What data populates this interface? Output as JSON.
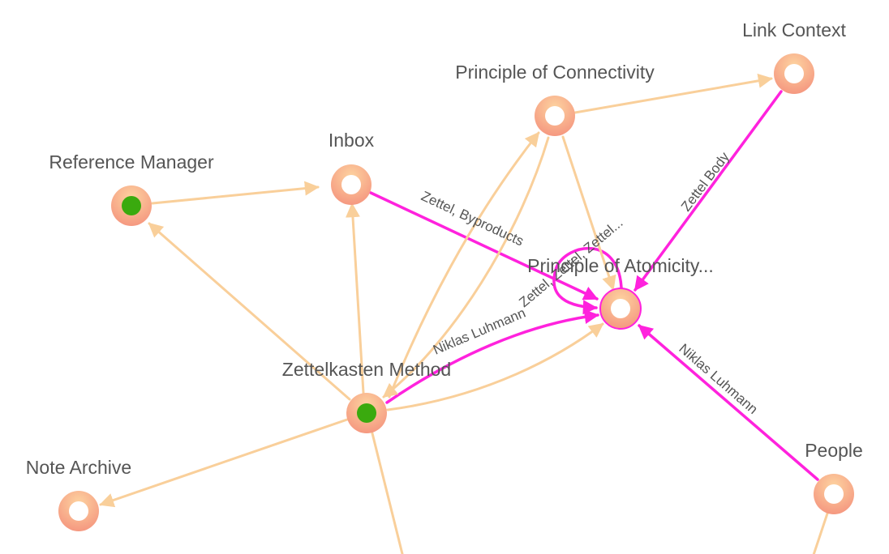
{
  "graph": {
    "nodes": [
      {
        "id": "link-context",
        "label": "Link Context",
        "filled": false,
        "selected": false
      },
      {
        "id": "principle-of-connectivity",
        "label": "Principle of Connectivity",
        "filled": false,
        "selected": false
      },
      {
        "id": "inbox",
        "label": "Inbox",
        "filled": false,
        "selected": false
      },
      {
        "id": "reference-manager",
        "label": "Reference Manager",
        "filled": true,
        "selected": false
      },
      {
        "id": "principle-of-atomicity",
        "label": "Principle of Atomicity...",
        "filled": false,
        "selected": true
      },
      {
        "id": "zettelkasten-method",
        "label": "Zettelkasten Method",
        "filled": true,
        "selected": false
      },
      {
        "id": "note-archive",
        "label": "Note Archive",
        "filled": false,
        "selected": false
      },
      {
        "id": "people",
        "label": "People",
        "filled": false,
        "selected": false
      }
    ],
    "edges": [
      {
        "from": "reference-manager",
        "to": "inbox",
        "highlighted": false,
        "label": ""
      },
      {
        "from": "principle-of-connectivity",
        "to": "link-context",
        "highlighted": false,
        "label": ""
      },
      {
        "from": "inbox",
        "to": "principle-of-atomicity",
        "highlighted": true,
        "label": "Zettel, Byproducts"
      },
      {
        "from": "link-context",
        "to": "principle-of-atomicity",
        "highlighted": true,
        "label": "Zettel Body"
      },
      {
        "from": "principle-of-atomicity",
        "to": "principle-of-atomicity",
        "highlighted": true,
        "label": "Zettel, Zettel, Zettel..."
      },
      {
        "from": "zettelkasten-method",
        "to": "principle-of-atomicity",
        "highlighted": true,
        "label": "Niklas Luhmann"
      },
      {
        "from": "people",
        "to": "principle-of-atomicity",
        "highlighted": true,
        "label": "Niklas Luhmann"
      },
      {
        "from": "zettelkasten-method",
        "to": "principle-of-atomicity",
        "highlighted": false,
        "label": ""
      },
      {
        "from": "principle-of-connectivity",
        "to": "principle-of-atomicity",
        "highlighted": false,
        "label": ""
      },
      {
        "from": "zettelkasten-method",
        "to": "principle-of-connectivity",
        "highlighted": false,
        "label": ""
      },
      {
        "from": "principle-of-connectivity",
        "to": "zettelkasten-method",
        "highlighted": false,
        "label": ""
      },
      {
        "from": "zettelkasten-method",
        "to": "inbox",
        "highlighted": false,
        "label": ""
      },
      {
        "from": "zettelkasten-method",
        "to": "reference-manager",
        "highlighted": false,
        "label": ""
      },
      {
        "from": "zettelkasten-method",
        "to": "note-archive",
        "highlighted": false,
        "label": ""
      },
      {
        "from": "zettelkasten-method",
        "to": "offscreen-below",
        "highlighted": false,
        "label": ""
      },
      {
        "from": "people",
        "to": "offscreen-below",
        "highlighted": false,
        "label": ""
      }
    ]
  },
  "colors": {
    "edge": "#f9cf9a",
    "edge_highlight": "#ff22dd",
    "node_ring_light": "#fdc99a",
    "node_ring_dark": "#f69a85",
    "node_fill": "#3aaa0e",
    "label": "#555555"
  }
}
